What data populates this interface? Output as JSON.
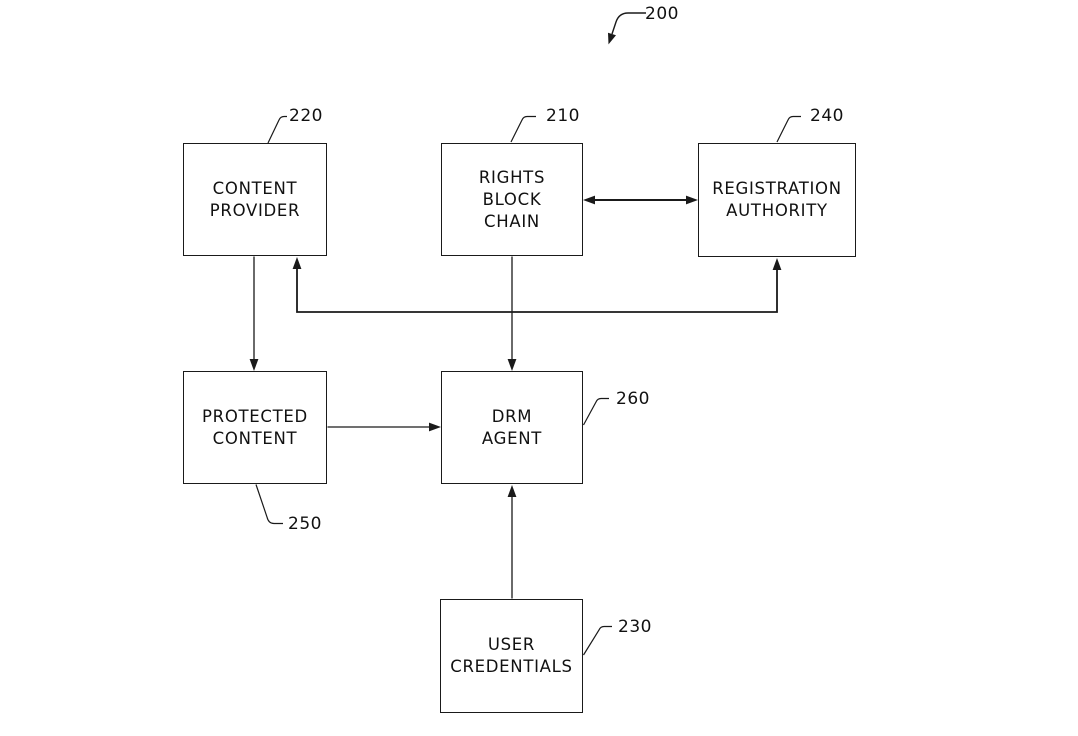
{
  "figure": {
    "figure_ref": "200",
    "nodes": {
      "rights_block_chain": {
        "label": "RIGHTS\nBLOCK\nCHAIN",
        "ref": "210"
      },
      "content_provider": {
        "label": "CONTENT\nPROVIDER",
        "ref": "220"
      },
      "user_credentials": {
        "label": "USER\nCREDENTIALS",
        "ref": "230"
      },
      "registration_authority": {
        "label": "REGISTRATION\nAUTHORITY",
        "ref": "240"
      },
      "protected_content": {
        "label": "PROTECTED\nCONTENT",
        "ref": "250"
      },
      "drm_agent": {
        "label": "DRM\nAGENT",
        "ref": "260"
      }
    },
    "connections": [
      {
        "from": "content_provider",
        "to": "protected_content",
        "style": "arrow"
      },
      {
        "from": "rights_block_chain",
        "to": "registration_authority",
        "style": "double_arrow"
      },
      {
        "from": "rights_block_chain",
        "to": "drm_agent",
        "style": "arrow"
      },
      {
        "from": "protected_content",
        "to": "drm_agent",
        "style": "arrow"
      },
      {
        "from": "user_credentials",
        "to": "drm_agent",
        "style": "arrow"
      },
      {
        "from": "shared_bus",
        "to": "content_provider",
        "style": "arrow"
      },
      {
        "from": "shared_bus",
        "to": "registration_authority",
        "style": "arrow"
      }
    ],
    "colors": {
      "line": "#1a1a1a",
      "text": "#111111",
      "background": "#ffffff"
    }
  }
}
